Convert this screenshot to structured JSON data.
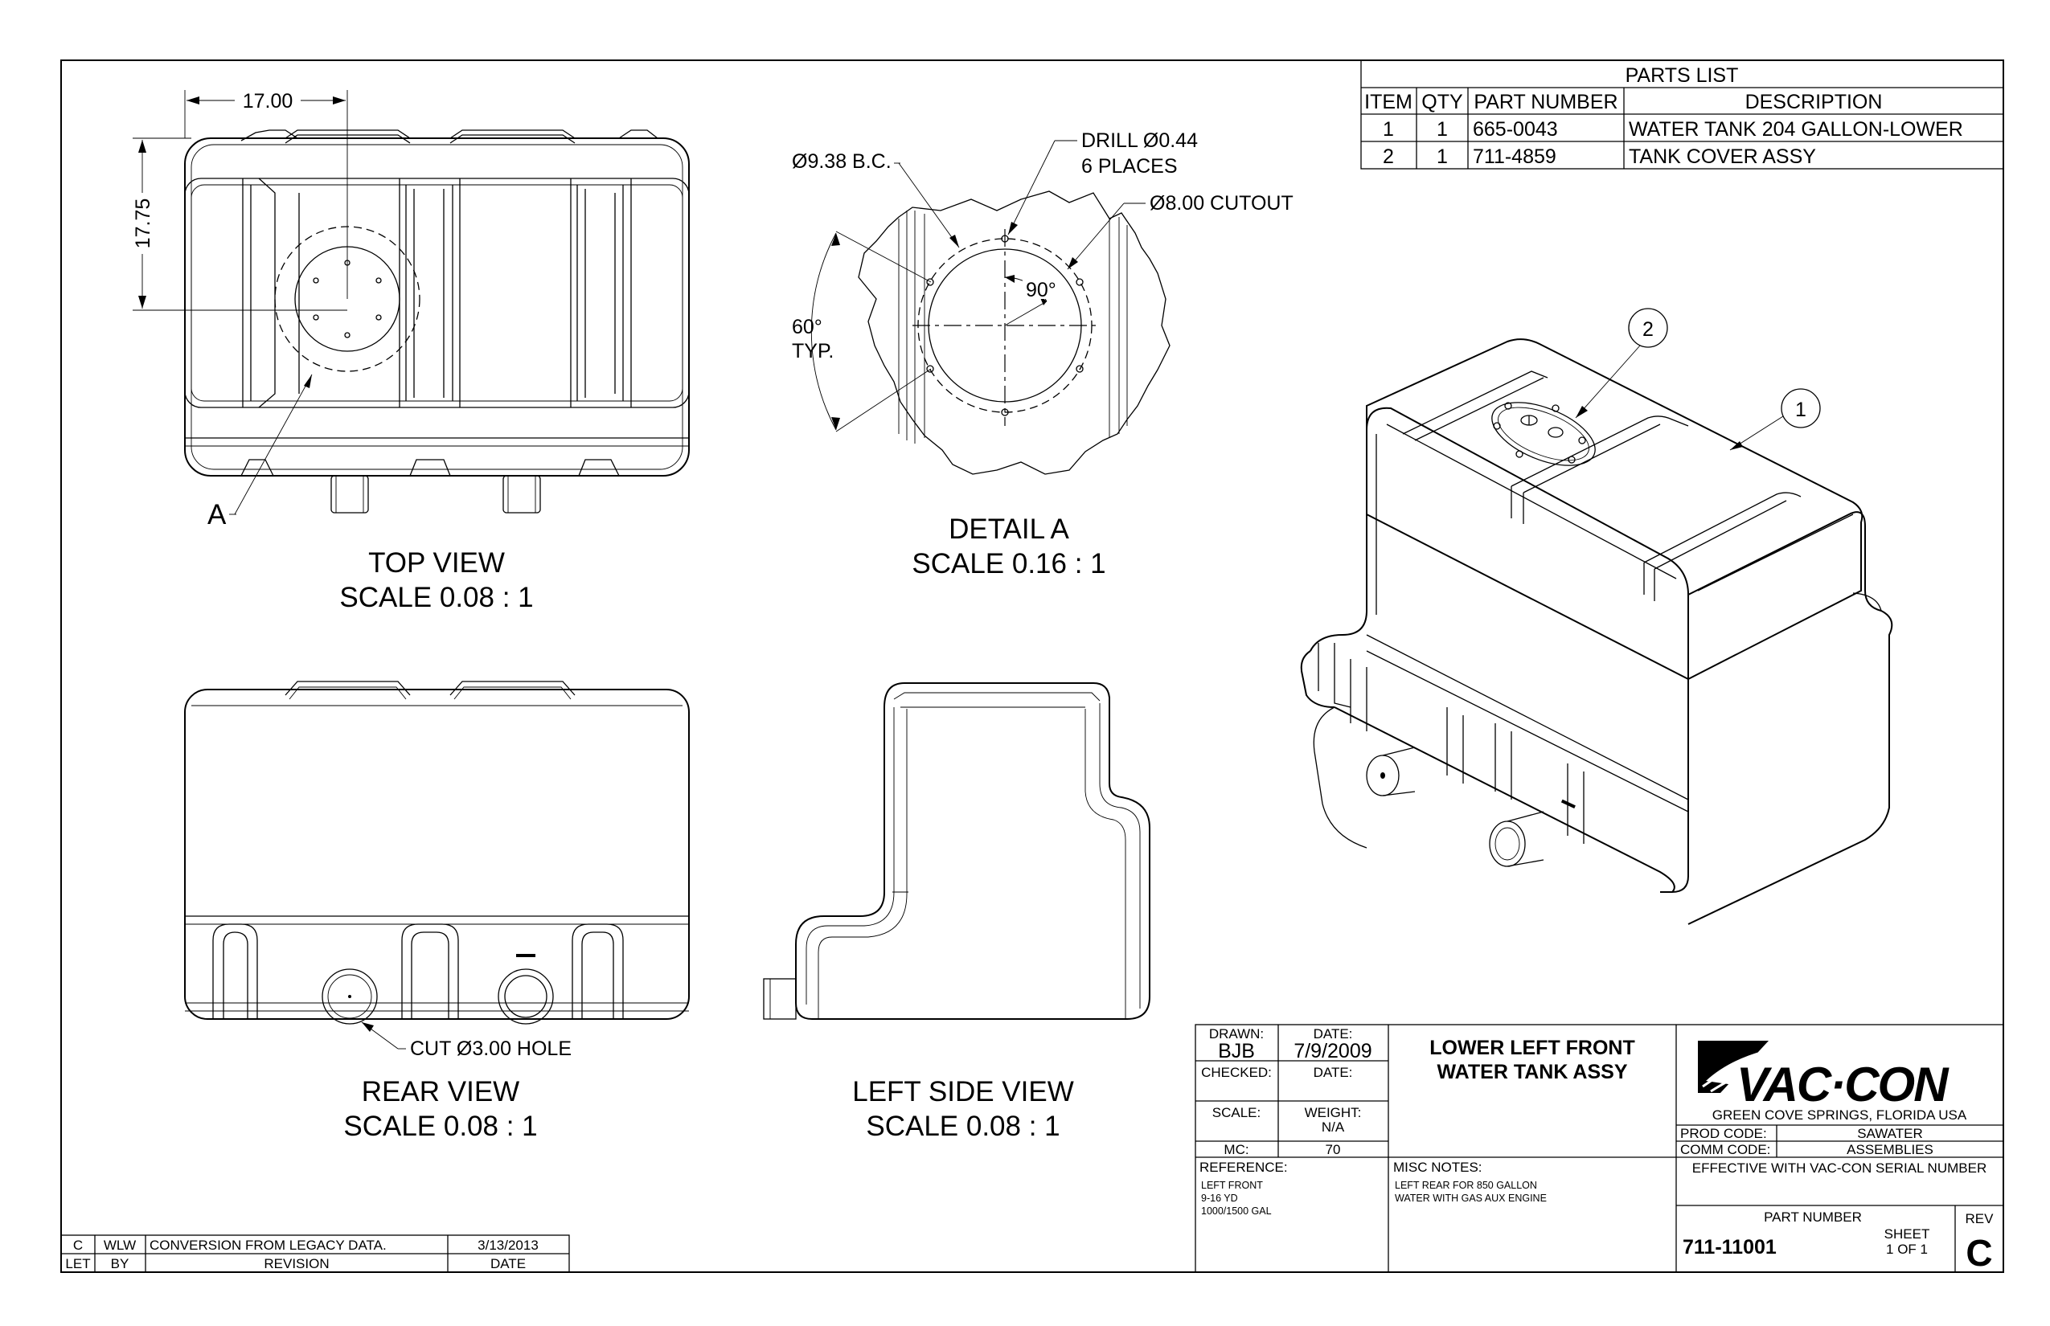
{
  "parts_list": {
    "title": "PARTS LIST",
    "headers": [
      "ITEM",
      "QTY",
      "PART NUMBER",
      "DESCRIPTION"
    ],
    "rows": [
      {
        "item": "1",
        "qty": "1",
        "part": "665-0043",
        "desc": "WATER TANK 204 GALLON-LOWER"
      },
      {
        "item": "2",
        "qty": "1",
        "part": "711-4859",
        "desc": "TANK COVER  ASSY"
      }
    ]
  },
  "views": {
    "top": {
      "name": "TOP VIEW",
      "scale": "SCALE 0.08 : 1",
      "dim_width": "17.00",
      "dim_height": "17.75",
      "detail_ref": "A"
    },
    "detail": {
      "name": "DETAIL  A",
      "scale": "SCALE 0.16 : 1",
      "bolt_circle": "Ø9.38 B.C.",
      "drill_line1": "DRILL Ø0.44",
      "drill_line2": "6 PLACES",
      "cutout": "Ø8.00 CUTOUT",
      "angle_typ_line1": "60°",
      "angle_typ_line2": "TYP.",
      "angle_90": "90°"
    },
    "rear": {
      "name": "REAR VIEW",
      "scale": "SCALE 0.08 : 1",
      "hole_note": "CUT Ø3.00 HOLE"
    },
    "left_side": {
      "name": "LEFT SIDE VIEW",
      "scale": "SCALE 0.08 : 1"
    },
    "iso": {
      "balloon_1": "1",
      "balloon_2": "2"
    }
  },
  "revision": {
    "row": {
      "let": "C",
      "by": "WLW",
      "rev": "CONVERSION FROM LEGACY DATA.",
      "date": "3/13/2013"
    },
    "headers": {
      "let": "LET",
      "by": "BY",
      "rev": "REVISION",
      "date": "DATE"
    }
  },
  "title_block": {
    "drawn_label": "DRAWN:",
    "drawn": "BJB",
    "date_label": "DATE:",
    "drawn_date": "7/9/2009",
    "checked_label": "CHECKED:",
    "checked_date_label": "DATE:",
    "scale_label": "SCALE:",
    "weight_label": "WEIGHT:",
    "weight": "N/A",
    "mc_label": "MC:",
    "mc": "70",
    "title_line1": "LOWER LEFT FRONT",
    "title_line2": "WATER TANK ASSY",
    "reference_label": "REFERENCE:",
    "reference_lines": [
      "LEFT FRONT",
      "9-16 YD",
      "1000/1500 GAL"
    ],
    "misc_label": "MISC NOTES:",
    "misc_lines": [
      "LEFT REAR FOR 850 GALLON",
      "WATER WITH GAS AUX ENGINE"
    ],
    "company": "VAC·CON",
    "company_location": "GREEN COVE SPRINGS,  FLORIDA  USA",
    "prod_code_label": "PROD CODE:",
    "prod_code": "SAWATER",
    "comm_code_label": "COMM CODE:",
    "comm_code": "ASSEMBLIES",
    "effective": "EFFECTIVE WITH VAC-CON SERIAL NUMBER",
    "part_number_label": "PART NUMBER",
    "part_number": "711-11001",
    "sheet_label": "SHEET",
    "sheet": "1 OF 1",
    "rev_label": "REV",
    "rev": "C"
  },
  "colors": {
    "ink": "#000000",
    "paper": "#ffffff"
  }
}
